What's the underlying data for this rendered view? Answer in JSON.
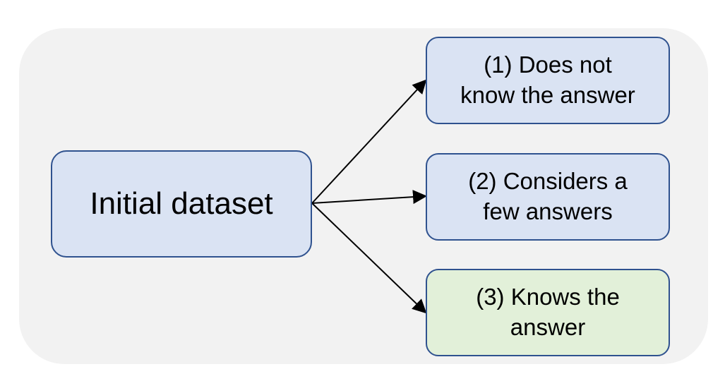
{
  "diagram": {
    "source": {
      "label": "Initial dataset"
    },
    "targets": [
      {
        "id": "t1",
        "line1": "(1) Does not",
        "line2": "know the answer",
        "color": "#dae3f3"
      },
      {
        "id": "t2",
        "line1": "(2) Considers a",
        "line2": "few answers",
        "color": "#dae3f3"
      },
      {
        "id": "t3",
        "line1": "(3) Knows the",
        "line2": "answer",
        "color": "#e2f0d9"
      }
    ],
    "edges": [
      {
        "from": "source",
        "to": "t1"
      },
      {
        "from": "source",
        "to": "t2"
      },
      {
        "from": "source",
        "to": "t3"
      }
    ],
    "colors": {
      "border": "#2f528f",
      "background_panel": "#f2f2f2",
      "arrow": "#000000"
    }
  }
}
